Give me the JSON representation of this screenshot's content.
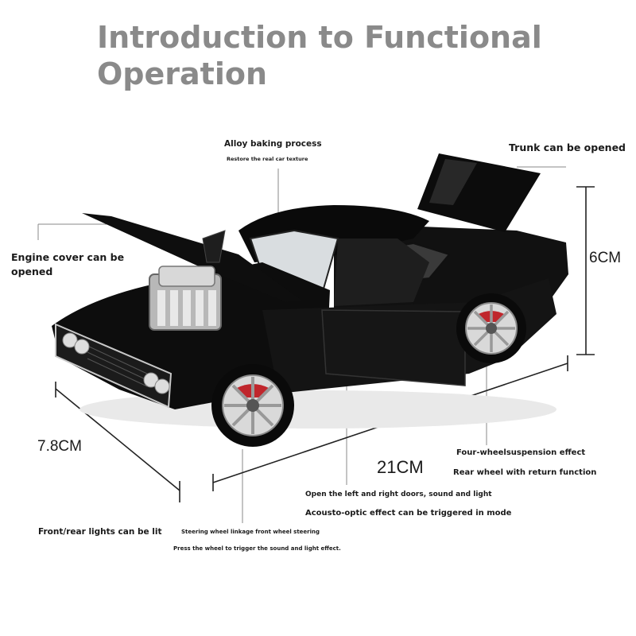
{
  "title": {
    "line1": "Introduction to Functional",
    "line2": "Operation"
  },
  "colors": {
    "title": "#8a8a8a",
    "text": "#1a1a1a",
    "car_body": "#0d0d0d",
    "chrome": "#c8c8c8",
    "brake": "#c0262c"
  },
  "labels": {
    "alloy": "Alloy baking process",
    "alloy_sub": "Restore the real car texture",
    "trunk": "Trunk can be opened",
    "engine_line1": "Engine cover can be",
    "engine_line2": "opened",
    "suspension": "Four-wheelsuspension effect",
    "rear_wheel": "Rear wheel with return function",
    "doors": "Open the left and right doors, sound and light",
    "acousto": "Acousto-optic effect can be triggered in mode",
    "lights": "Front/rear lights can be lit",
    "steering": "Steering wheel linkage front wheel steering",
    "press": "Press the wheel to trigger the sound and light effect."
  },
  "dimensions": {
    "height": "6CM",
    "width": "7.8CM",
    "length": "21CM"
  }
}
